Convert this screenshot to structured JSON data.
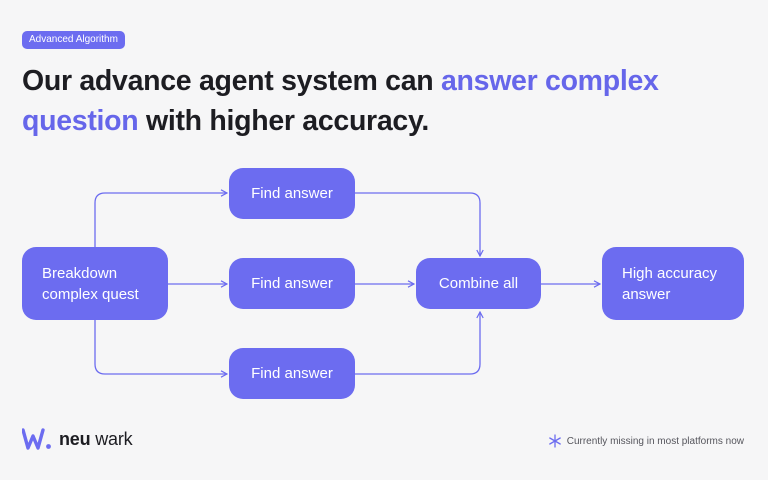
{
  "badge": "Advanced Algorithm",
  "headline": {
    "part1": "Our advance agent system can ",
    "highlight1": "answer  complex",
    "highlight2": "question",
    "part2": " with higher accuracy."
  },
  "diagram": {
    "breakdown": {
      "line1": "Breakdown",
      "line2": "complex quest"
    },
    "find_top": "Find answer",
    "find_mid": "Find answer",
    "find_bottom": "Find answer",
    "combine": "Combine all",
    "result": {
      "line1": "High accuracy",
      "line2": "answer"
    }
  },
  "footer": {
    "brand_strong": "neu",
    "brand_rest": " wark",
    "note": "Currently missing in most platforms now"
  },
  "colors": {
    "accent": "#6c6cf0",
    "highlight_text": "#6666ea",
    "background": "#f6f6f7"
  }
}
